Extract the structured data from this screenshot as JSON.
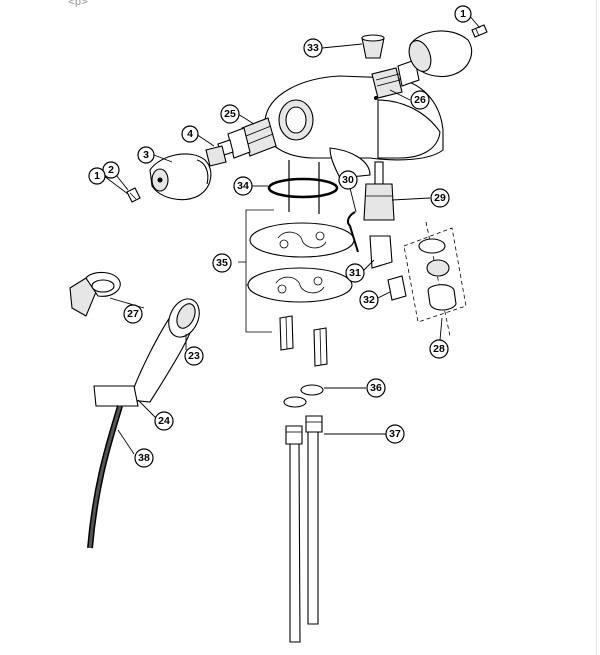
{
  "corner_tag": "<p>",
  "callouts": [
    {
      "id": "1",
      "cx": 0,
      "cy": 0
    },
    {
      "id": "1b",
      "label": "1"
    },
    {
      "id": "2",
      "label": "2"
    },
    {
      "id": "3",
      "label": "3"
    },
    {
      "id": "4",
      "label": "4"
    },
    {
      "id": "23",
      "label": "23"
    },
    {
      "id": "24",
      "label": "24"
    },
    {
      "id": "25",
      "label": "25"
    },
    {
      "id": "26",
      "label": "26"
    },
    {
      "id": "27",
      "label": "27"
    },
    {
      "id": "28",
      "label": "28"
    },
    {
      "id": "29",
      "label": "29"
    },
    {
      "id": "30",
      "label": "30"
    },
    {
      "id": "31",
      "label": "31"
    },
    {
      "id": "32",
      "label": "32"
    },
    {
      "id": "33",
      "label": "33"
    },
    {
      "id": "34",
      "label": "34"
    },
    {
      "id": "35",
      "label": "35"
    },
    {
      "id": "36",
      "label": "36"
    },
    {
      "id": "37",
      "label": "37"
    },
    {
      "id": "38",
      "label": "38"
    }
  ],
  "labels": {
    "c1_top": "1",
    "c1_left": "1",
    "c2": "2",
    "c3": "3",
    "c4": "4",
    "c23": "23",
    "c24": "24",
    "c25": "25",
    "c26": "26",
    "c27": "27",
    "c28": "28",
    "c29": "29",
    "c30": "30",
    "c31": "31",
    "c32": "32",
    "c33": "33",
    "c34": "34",
    "c35": "35",
    "c36": "36",
    "c37": "37",
    "c38": "38"
  }
}
